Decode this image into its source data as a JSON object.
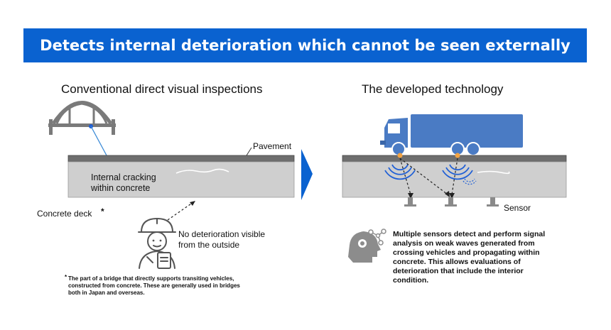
{
  "banner": {
    "title": "Detects internal deterioration which cannot be seen externally"
  },
  "left_panel": {
    "heading": "Conventional direct visual inspections",
    "pavement_label": "Pavement",
    "cracking_label_line1": "Internal cracking",
    "cracking_label_line2": "within concrete",
    "deck_label": "Concrete deck",
    "deck_mark": "*",
    "inspector_note_line1": "No deterioration visible",
    "inspector_note_line2": "from the outside",
    "footnote_mark": "*",
    "footnote_line1": "The part of a bridge that directly supports transiting vehicles,",
    "footnote_line2": "constructed from concrete. These are generally used in bridges",
    "footnote_line3": "both in Japan and overseas."
  },
  "right_panel": {
    "heading": "The developed technology",
    "sensor_label": "Sensor",
    "description_line1": "Multiple sensors detect and perform signal",
    "description_line2": "analysis on weak waves generated from",
    "description_line3": "crossing vehicles and propagating within",
    "description_line4": "concrete. This allows evaluations of",
    "description_line5": "deterioration that include the interior",
    "description_line6": "condition."
  },
  "colors": {
    "banner": "#0a62d0",
    "arrow": "#0a62d0",
    "truck": "#4a7bc4",
    "pavement": "#6e6e6e",
    "deck": "#cfcfcf",
    "sensor": "#8a8a8a",
    "wave": "#1f5fd6"
  },
  "icons": [
    "bridge-icon",
    "inspector-icon",
    "truck-icon",
    "sensor-icon",
    "analysis-head-icon",
    "arrow-right-icon"
  ]
}
